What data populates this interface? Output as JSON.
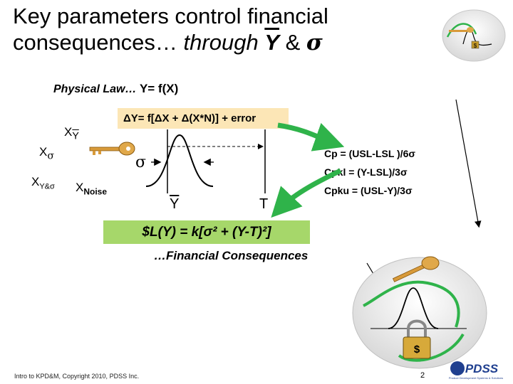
{
  "slide": {
    "title_line1": "Key parameters control financial",
    "title_line2_a": "consequences… ",
    "title_line2_b": "through ",
    "title_line2_c": "Y",
    "title_line2_d": " & ",
    "title_line2_e": "σ",
    "physical_law_label": "Physical Law… ",
    "physical_law_eq": "Y= f(X)",
    "delta_eq": "ΔY= f[ΔX + Δ(X*N)] + error",
    "x_ybar": "X",
    "x_ybar_sub": "Y",
    "x_sigma": "X",
    "x_sigma_sub": "σ",
    "x_ybar_sigma": "X",
    "x_ybar_sigma_sub": "Y&σ",
    "x_noise": "X",
    "x_noise_sub": "Noise",
    "sigma_label": "σ",
    "ybar_label": "Y",
    "t_label": "T",
    "cp_line": "Cp = (USL-LSL )/6σ",
    "cpkl_line": "Cpkl = (Y-LSL)/3σ",
    "cpku_line": "Cpku = (USL-Y)/3σ",
    "loss_eq": "$L(Y) = k[σ² + (Y-T)²]",
    "financial_consequences": "…Financial Consequences",
    "footer": "Intro to KPD&M, Copyright 2010, PDSS Inc.",
    "page_number": "2",
    "logo_text": "PDSS",
    "logo_tagline": "Product Development Systems & Solutions",
    "coin_symbol": "$"
  },
  "colors": {
    "green": "#2fb34a",
    "loss_box": "#a6d76a",
    "eq_box": "#fce6b6",
    "key": "#d89a3a",
    "logo_blue": "#1f3f8f"
  }
}
